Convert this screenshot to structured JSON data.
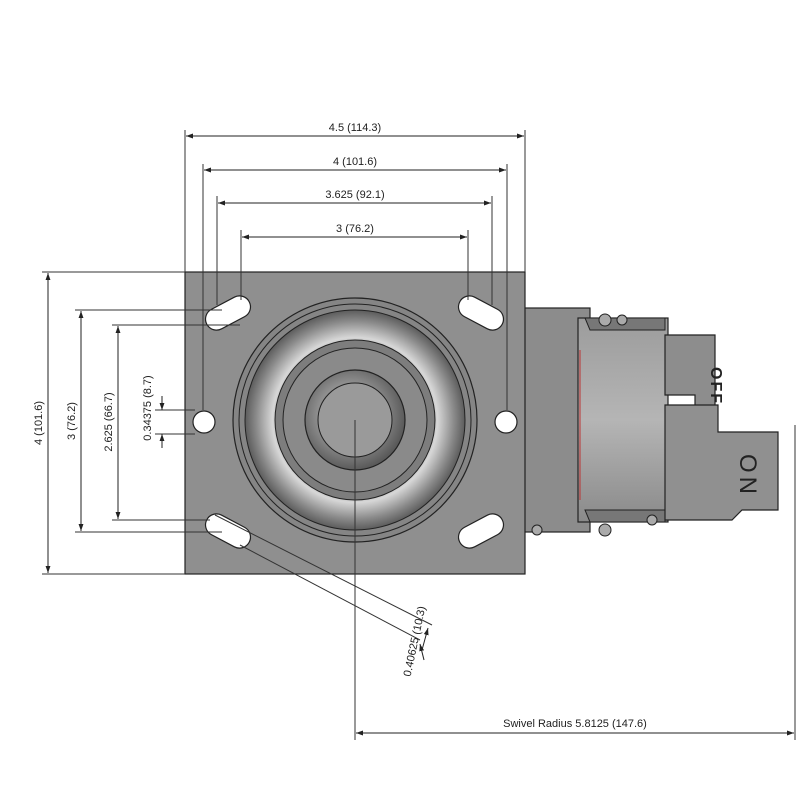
{
  "dimensions": {
    "top_width_outer": "4.5 (114.3)",
    "top_width_holes": "4 (101.6)",
    "top_width_slots": "3.625 (92.1)",
    "top_width_inner": "3 (76.2)",
    "left_height_outer": "4 (101.6)",
    "left_height_holes": "3 (76.2)",
    "left_height_slots": "2.625 (66.7)",
    "left_hole_offset": "0.34375 (8.7)",
    "slot_width": "0.40625 (10.3)",
    "swivel_radius": "Swivel Radius 5.8125 (147.6)"
  },
  "brake_labels": {
    "off": "OFF",
    "on": "ON"
  },
  "colors": {
    "plate": "#8f8f8f",
    "background": "#ffffff",
    "lines": "#222222"
  }
}
